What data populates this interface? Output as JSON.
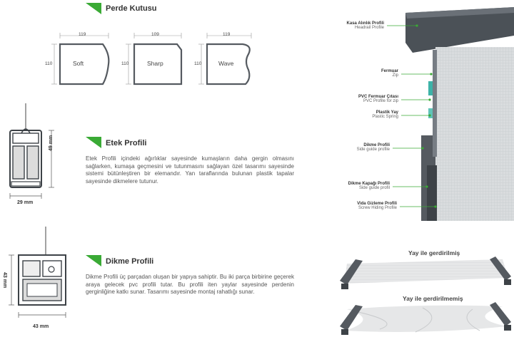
{
  "header_section": {
    "title": "Perde Kutusu",
    "profiles": [
      {
        "name": "Soft",
        "width": "119",
        "height": "110"
      },
      {
        "name": "Sharp",
        "width": "109",
        "height": "110"
      },
      {
        "name": "Wave",
        "width": "119",
        "height": "110"
      }
    ]
  },
  "etek": {
    "title": "Etek Profili",
    "text": "Etek Profili içindeki ağırlıklar sayesinde kumaşların daha gergin olmasını sağlarken, kumaşa geçmesini ve tutunmasını sağlayan özel tasarımı sayesinde sistemi bütünleştiren bir elemandır. Yan taraflarında bulunan plastik tapalar sayesinde dikmelere tutunur.",
    "dim_height": "49 mm",
    "dim_width": "29 mm"
  },
  "dikme": {
    "title": "Dikme Profili",
    "text": "Dikme Profili üç parçadan oluşan bir yapıya sahiptir. Bu iki parça birbirine geçerek araya gelecek pvc profili tutar. Bu profili iten yaylar sayesinde perdenin gerginliğine katkı sunar. Tasarımı sayesinde montaj rahatlığı sunar.",
    "dim_height": "43 mm",
    "dim_width": "43 mm"
  },
  "diagram_labels": [
    {
      "tr": "Kasa Alınlık Profili",
      "en": "Headrail Profile"
    },
    {
      "tr": "Fermuar",
      "en": "Zip"
    },
    {
      "tr": "PVC Fermuar Çıtası",
      "en": "PVC Profile for zip"
    },
    {
      "tr": "Plastik Yay",
      "en": "Plastic Spring"
    },
    {
      "tr": "Dikme Profili",
      "en": "Side guide profile"
    },
    {
      "tr": "Dikme Kapağı Profili",
      "en": "Side guide profil"
    },
    {
      "tr": "Vida Gizleme Profili",
      "en": "Screw Hiding Profile"
    }
  ],
  "tension": {
    "stretched": "Yay ile gerdirilmiş",
    "not_stretched": "Yay ile gerdirilmemiş"
  },
  "colors": {
    "accent": "#3aaa35",
    "profile": "#555a60",
    "dark": "#3d4247"
  }
}
